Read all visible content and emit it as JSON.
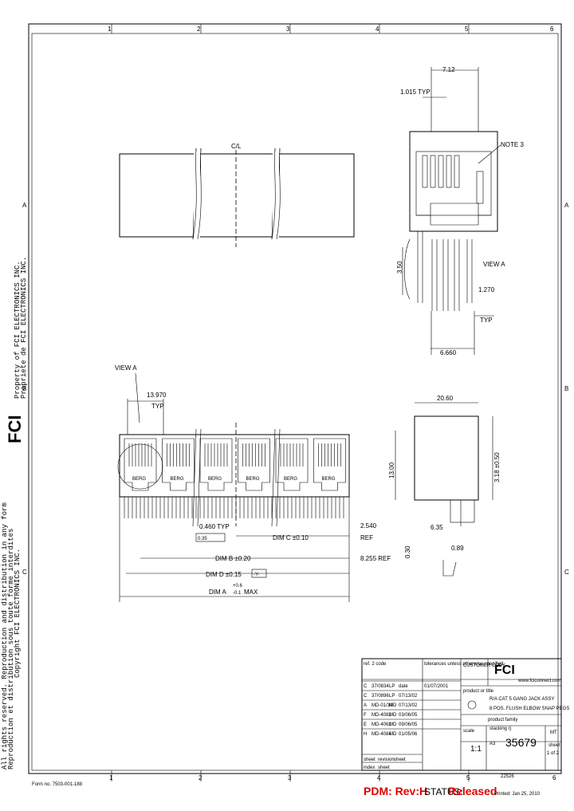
{
  "border": {
    "zones_top": [
      "1",
      "2",
      "3",
      "4",
      "5",
      "6"
    ],
    "zones_bottom": [
      "1",
      "2",
      "3",
      "4",
      "5",
      "6"
    ],
    "zones_left": [
      "A",
      "B",
      "C"
    ],
    "zones_right": [
      "A",
      "B",
      "C"
    ]
  },
  "copyright_notes": [
    "All rights reserved. Reproduction and distribution in any form",
    "Reproduction et distribution sous toute forme interdites",
    "Copyright FCI ELECTRONICS INC.",
    "Property of FCI ELECTRONICS INC.",
    "Propriete de FCI ELECTRONICS INC."
  ],
  "top_view": {
    "center_label": "C/L"
  },
  "side_view": {
    "dim_top": "7.12",
    "dim_typ": "1.015 TYP",
    "note": "NOTE 3",
    "dim_height": "3.50",
    "view_label": "VIEW A",
    "dim_pitch": "1.270",
    "dim_pitch_typ": "TYP",
    "dim_base": "6.660"
  },
  "front_view": {
    "view_callout": "VIEW A",
    "dim_pitch": "13.970",
    "dim_pitch_typ": "TYP",
    "port_label": "BERG",
    "port_count": 6,
    "dim_pin": "0.460 TYP",
    "dim_pin_tol": "0.35",
    "dim_c": "DIM C ±0.10",
    "dim_c_right": "2.540",
    "dim_c_ref": "REF",
    "dim_b": "DIM B ±0.20",
    "dim_b_ref": "8.255 REF",
    "dim_d": "DIM D ±0.15",
    "dim_d_datum": "-Y-",
    "dim_a": "DIM A",
    "dim_a_tol_plus": "+0.6",
    "dim_a_tol_minus": "-0.1",
    "dim_a_max": "MAX"
  },
  "end_view": {
    "dim_width": "20.60",
    "dim_height": "13.00",
    "dim_side": "3.18 ±0.50",
    "dim_a": "6.35",
    "dim_b": "0.30",
    "dim_c": "0.89"
  },
  "title_block": {
    "ref_label": "ref. 2 code",
    "tolerance_header": "tolerances unless otherwise specified",
    "customer_copy": "CUSTOMER COPY",
    "logo_text": "FCI",
    "website": "www.fciconnect.com",
    "project_label": "product or title",
    "title_line1": "R/A CAT 5 GANG JACK ASSY",
    "title_line2": "8 POS. FLUSH ELBOW SNAP PEGS",
    "product_family_label": "product family",
    "product_family": "stacking rj",
    "scale_label": "scale",
    "scale": "1:1",
    "size": "A3",
    "doc_number": "35679",
    "material_label": "MT",
    "sheet_label": "sheet",
    "sheet_value": "1 of 2",
    "history_rows": [
      [
        "C",
        "37/0834",
        "LP",
        "date",
        "01/07/2001"
      ],
      [
        "C",
        "37/0896",
        "LP",
        "07/13/02",
        ""
      ],
      [
        "A",
        "MD-01/34",
        "MD",
        "07/13/02",
        ""
      ],
      [
        "F",
        "MD-4082",
        "MD",
        "03/06/05",
        ""
      ],
      [
        "E",
        "MD-4062",
        "MD",
        "09/06/05",
        ""
      ],
      [
        "H",
        "MD-4084",
        "MD",
        "01/05/06",
        ""
      ]
    ],
    "footer_cells": [
      "sheet",
      "revision",
      "sheet"
    ],
    "footer_index": [
      "index",
      "sheet"
    ]
  },
  "form_no": "Form no. 7503-001-188",
  "pdm": "PDM: Rev:H",
  "status_label": "STATUS:",
  "status_value": "Released",
  "printed": "Printed: Jan 25, 2010",
  "page_code": "22526"
}
